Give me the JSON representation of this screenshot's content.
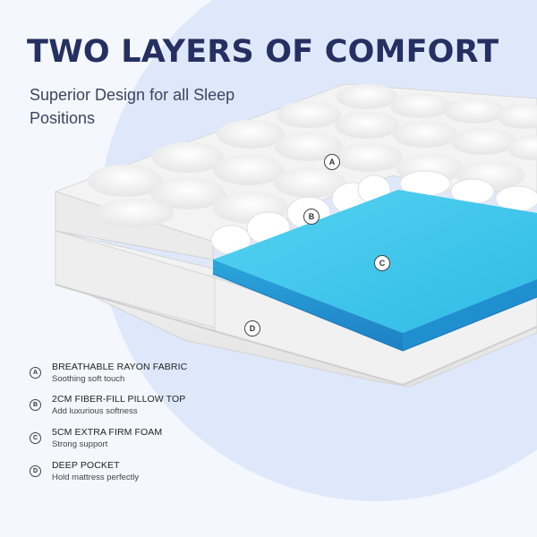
{
  "heading": {
    "title": "TWO LAYERS OF COMFORT",
    "subtitle": "Superior Design for all Sleep Positions"
  },
  "markers": {
    "a": "A",
    "b": "B",
    "c": "C",
    "d": "D"
  },
  "legend": [
    {
      "badge": "A",
      "title": "BREATHABLE RAYON FABRIC",
      "desc": "Soothing soft touch"
    },
    {
      "badge": "B",
      "title": "2CM FIBER-FILL PILLOW TOP",
      "desc": "Add luxurious softness"
    },
    {
      "badge": "C",
      "title": "5CM EXTRA FIRM FOAM",
      "desc": "Strong support"
    },
    {
      "badge": "D",
      "title": "DEEP POCKET",
      "desc": "Hold mattress perfectly"
    }
  ],
  "colors": {
    "title": "#253062",
    "foam": "#38c3ea",
    "background": "#f4f7fd",
    "circle": "#dfe8fb"
  }
}
